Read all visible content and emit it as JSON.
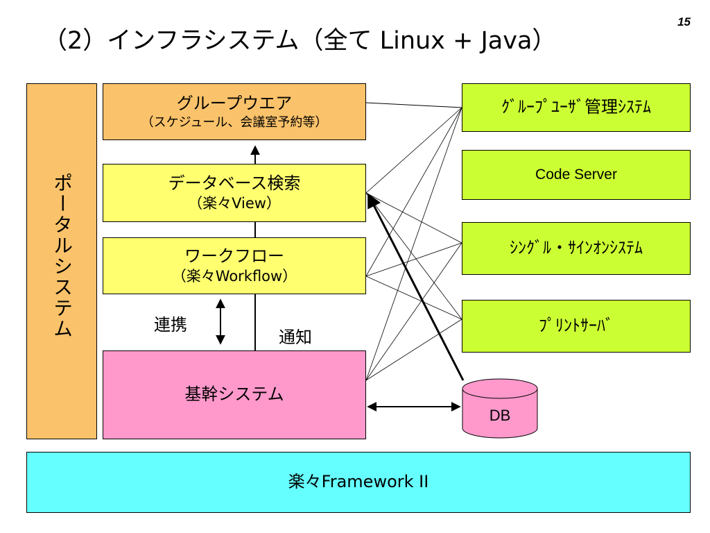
{
  "page_number": "15",
  "title": "（2）インフラシステム（全て Linux + Java）",
  "portal": {
    "label": "ポータルシステム"
  },
  "groupware": {
    "line1": "グループウエア",
    "line2": "（スケジュール、会議室予約等）"
  },
  "database_search": {
    "line1": "データベース検索",
    "line2": "（楽々View）"
  },
  "workflow": {
    "line1": "ワークフロー",
    "line2": "（楽々Workflow）"
  },
  "core_system": {
    "label": "基幹システム"
  },
  "framework": {
    "label": "楽々Framework II"
  },
  "labels": {
    "cooperation": "連携",
    "notification": "通知"
  },
  "right_systems": [
    {
      "label": "ｸﾞﾙｰﾌﾟﾕｰｻﾞ管理ｼｽﾃﾑ"
    },
    {
      "label": "Code Server"
    },
    {
      "label": "ｼﾝｸﾞﾙ・ｻｲﾝｵﾝｼｽﾃﾑ"
    },
    {
      "label": "ﾌﾟﾘﾝﾄｻｰﾊﾞ"
    }
  ],
  "db": {
    "label": "DB"
  },
  "colors": {
    "orange": "#fac26a",
    "yellow": "#ffff70",
    "pink": "#ff99cc",
    "green": "#ccff33",
    "cyan": "#66ffff"
  }
}
